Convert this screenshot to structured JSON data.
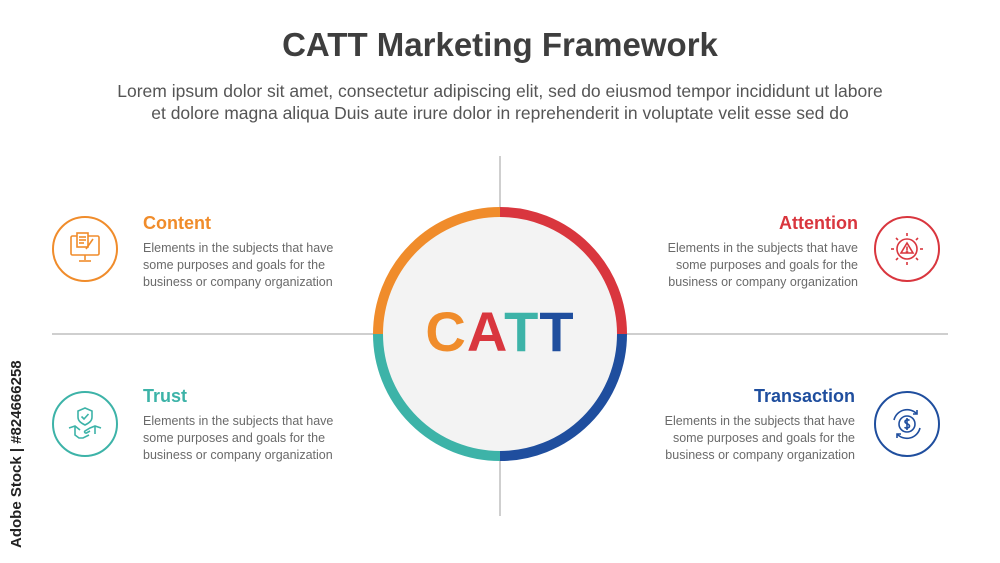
{
  "title": "CATT Marketing Framework",
  "subtitle_line1": "Lorem ipsum dolor sit amet, consectetur adipiscing elit, sed do eiusmod tempor incididunt ut labore",
  "subtitle_line2": "et dolore magna aliqua Duis aute irure dolor in reprehenderit in voluptate velit esse sed do",
  "center": {
    "letters": [
      {
        "char": "C",
        "color": "#f08c2b"
      },
      {
        "char": "A",
        "color": "#d9363e"
      },
      {
        "char": "T",
        "color": "#3db3a8"
      },
      {
        "char": "T",
        "color": "#1f4e9e"
      }
    ]
  },
  "quadrants": {
    "content": {
      "heading": "Content",
      "body": "Elements in the subjects that have\nsome purposes and goals for the\nbusiness or company organization",
      "color": "#f08c2b",
      "icon": "computer-document-icon"
    },
    "attention": {
      "heading": "Attention",
      "body": "Elements in the subjects that have\nsome purposes and goals for the\nbusiness or company organization",
      "color": "#d9363e",
      "icon": "warning-alert-icon"
    },
    "trust": {
      "heading": "Trust",
      "body": "Elements in the subjects that have\nsome purposes and goals for the\nbusiness or company organization",
      "color": "#3db3a8",
      "icon": "handshake-shield-icon"
    },
    "transaction": {
      "heading": "Transaction",
      "body": "Elements in the subjects that have\nsome purposes and goals for the\nbusiness or company organization",
      "color": "#1f4e9e",
      "icon": "dollar-cycle-icon"
    }
  },
  "watermark": "Adobe Stock | #824666258"
}
